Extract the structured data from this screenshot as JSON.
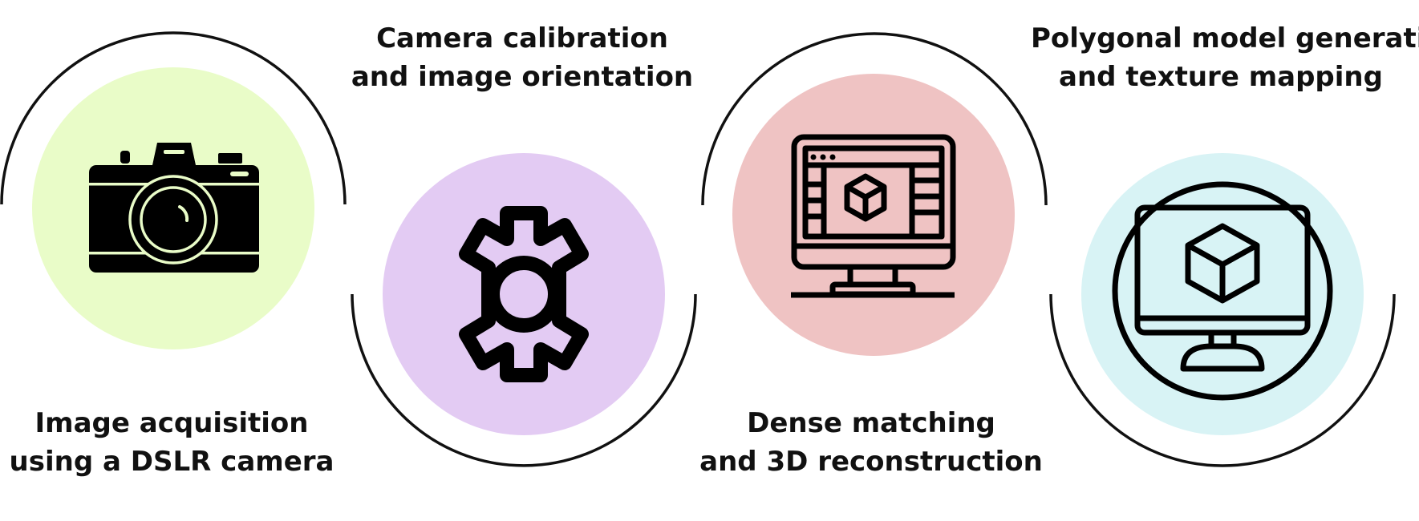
{
  "steps": [
    {
      "id": "image-acquisition",
      "label_line1": "Image acquisition",
      "label_line2": "using a DSLR camera",
      "icon": "camera-icon",
      "circle_color": "#e9fcc8"
    },
    {
      "id": "camera-calibration",
      "label_line1": "Camera calibration",
      "label_line2": "and image orientation",
      "icon": "gear-icon",
      "circle_color": "#e3cbf3"
    },
    {
      "id": "dense-matching",
      "label_line1": "Dense matching",
      "label_line2": "and 3D reconstruction",
      "icon": "monitor-3d-software-icon",
      "circle_color": "#efc3c3"
    },
    {
      "id": "polygonal-model",
      "label_line1": "Polygonal model generation",
      "label_line2": "and texture mapping",
      "icon": "monitor-3d-cube-icon",
      "circle_color": "#d8f3f5"
    }
  ],
  "colors": {
    "stroke": "#111111",
    "background": "#ffffff",
    "icon_fill": "#000000"
  }
}
